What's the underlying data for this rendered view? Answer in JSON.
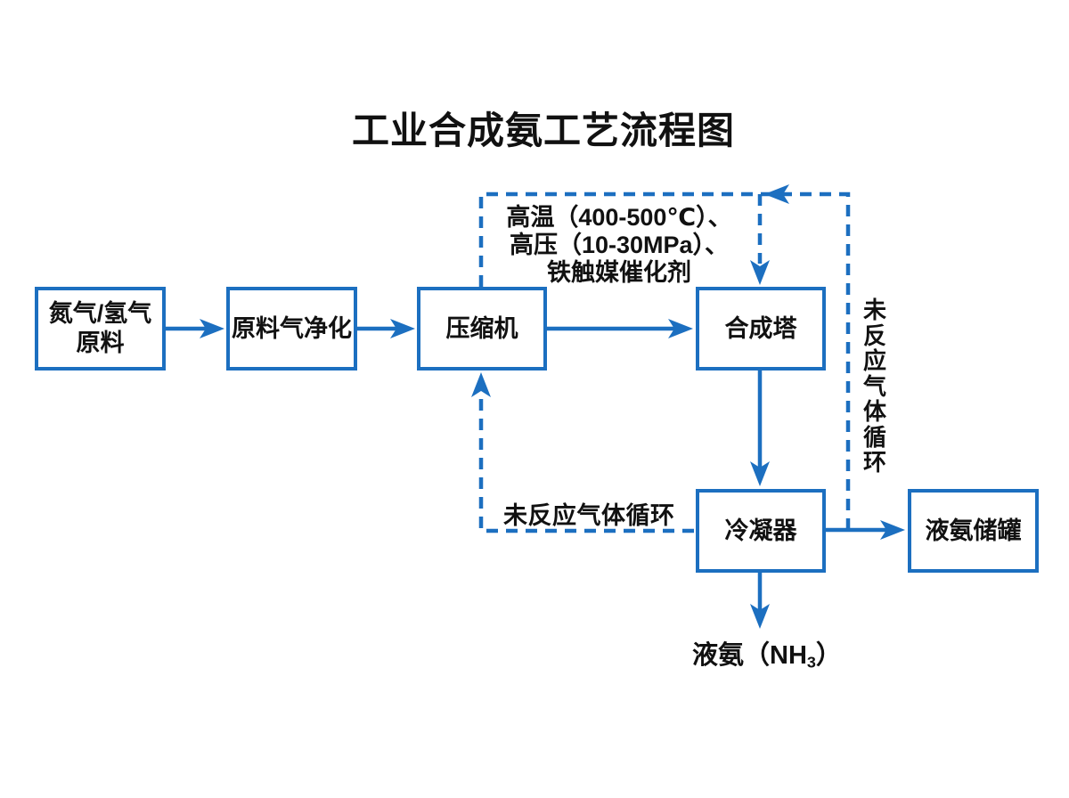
{
  "title": "工业合成氨工艺流程图",
  "colors": {
    "accent_blue": "#1c6fc0",
    "text_black": "#111111",
    "background": "#ffffff"
  },
  "boxes": [
    {
      "name": "raw-material",
      "label": "氮气/氢气\n原料"
    },
    {
      "name": "purification",
      "label": "原料气净化"
    },
    {
      "name": "compressor",
      "label": "压缩机"
    },
    {
      "name": "synthesis-tower",
      "label": "合成塔"
    },
    {
      "name": "condenser",
      "label": "冷凝器"
    },
    {
      "name": "ammonia-tank",
      "label": "液氨储罐"
    }
  ],
  "labels": {
    "reaction_conditions": "高温（400-500℃）、\n高压（10-30MPa）、\n铁触媒催化剂",
    "recycle_horizontal": "未反应气体循环",
    "recycle_vertical": "未反应气体循环",
    "product_prefix": "液氨（NH",
    "product_sub": "3",
    "product_suffix": "）"
  }
}
